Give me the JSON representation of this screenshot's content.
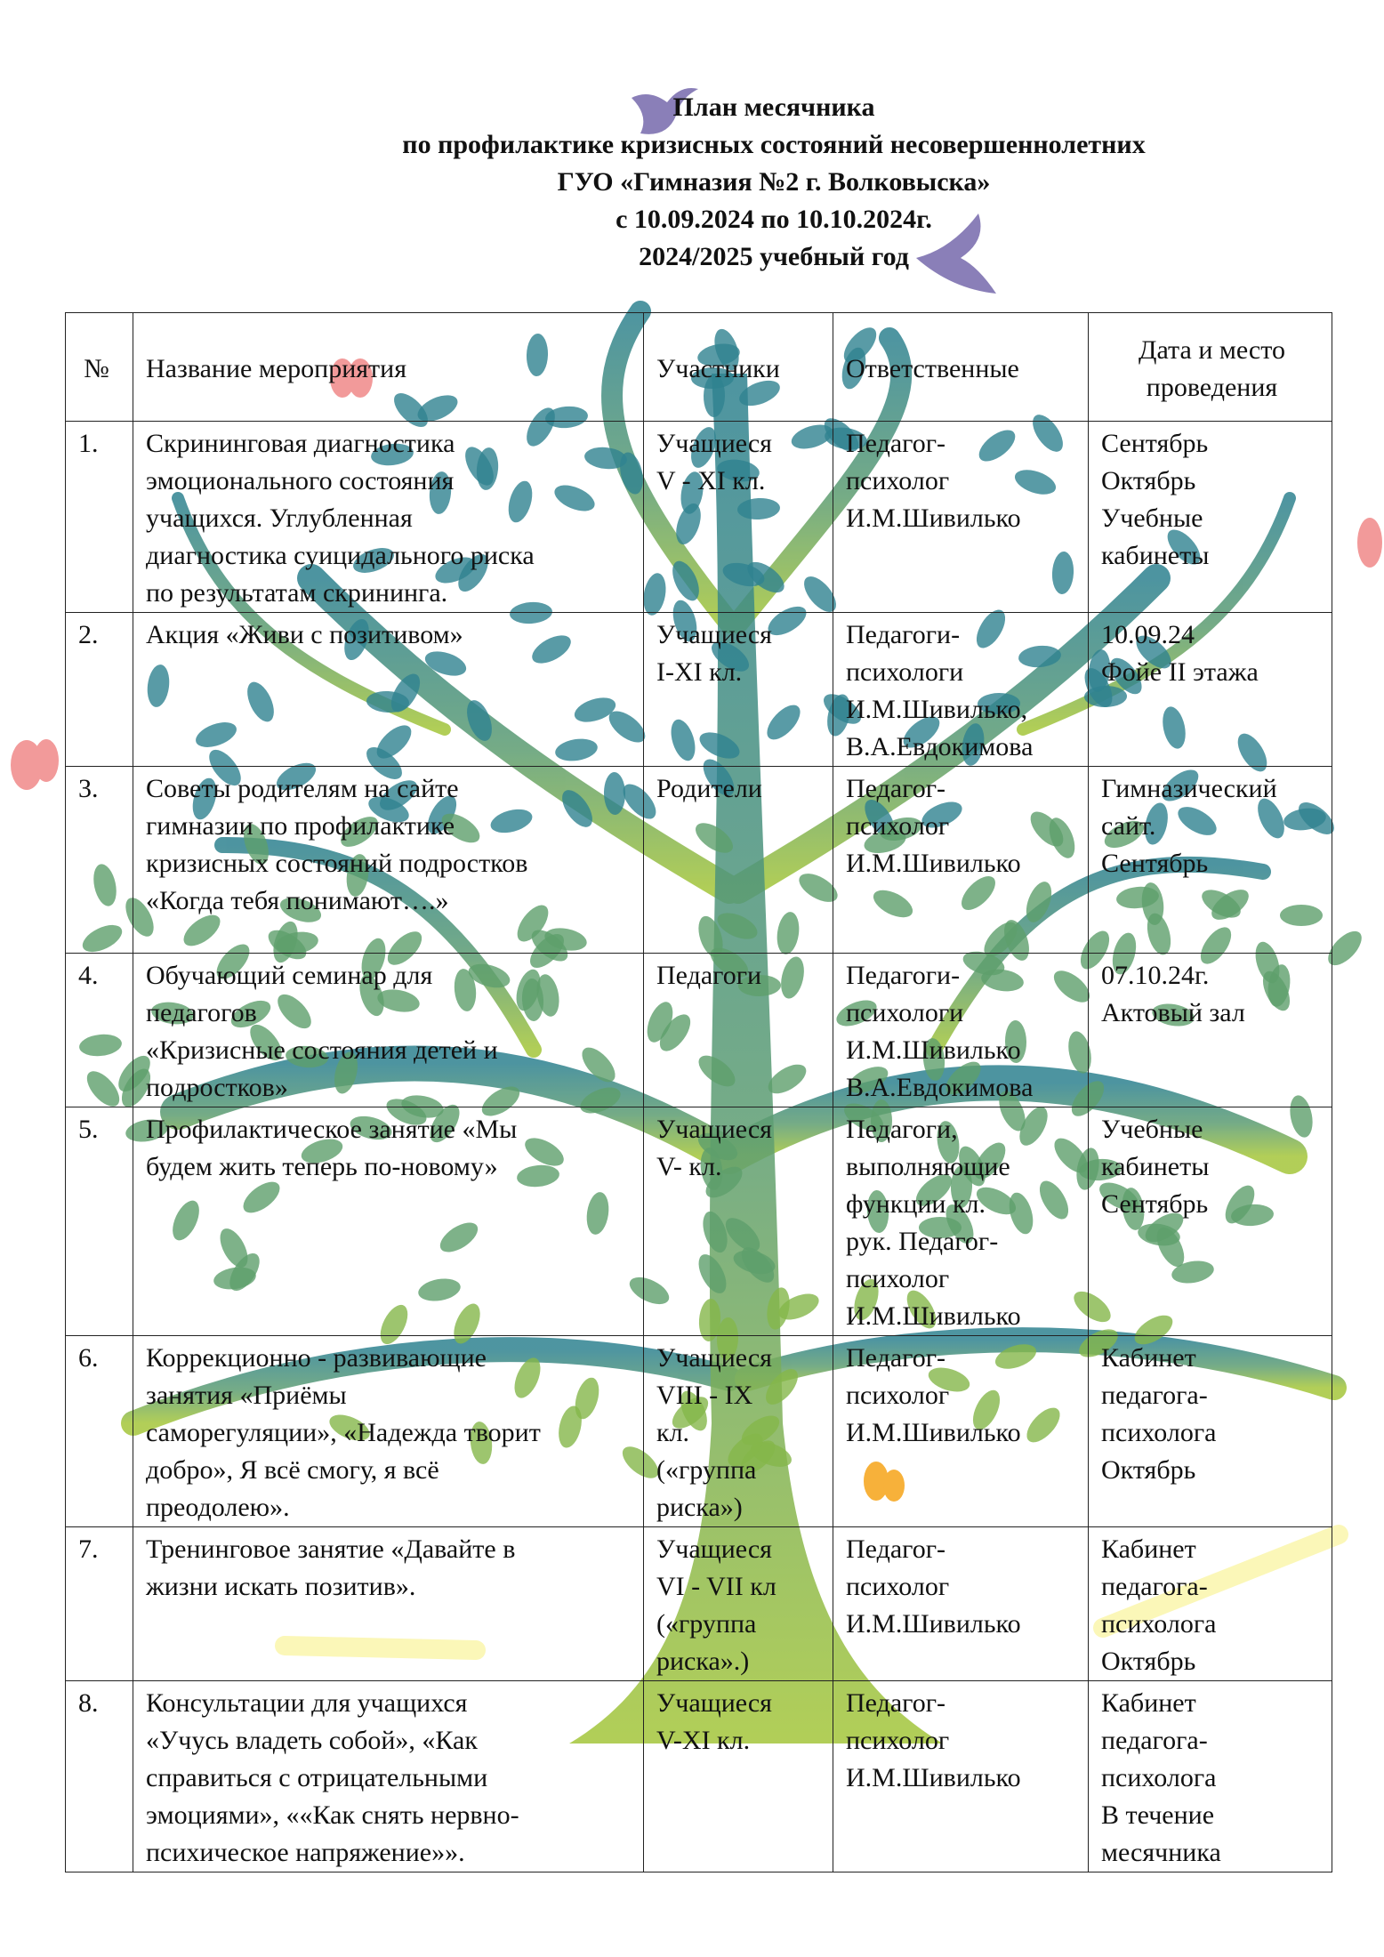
{
  "title": {
    "lines": [
      "План месячника",
      "по профилактике кризисных состояний несовершеннолетних",
      "ГУО «Гимназия №2 г. Волковыска»",
      "с 10.09.2024 по 10.10.2024г.",
      "2024/2025 учебный год"
    ]
  },
  "table": {
    "headers": [
      "№",
      "Название мероприятия",
      "Участники",
      "Ответственные",
      "Дата и место\nпроведения"
    ],
    "rows": [
      [
        "1.",
        "Скрининговая диагностика\nэмоционального состояния\nучащихся. Углубленная\nдиагностика суицидального риска\nпо результатам скрининга.",
        "Учащиеся\nV - XI кл.",
        " Педагог-\nпсихолог\nИ.М.Шивилько",
        " Сентябрь\nОктябрь\nУчебные\nкабинеты"
      ],
      [
        "2.",
        "Акция «Живи с позитивом»",
        "Учащиеся\nI-XI кл.",
        "Педагоги-\nпсихологи\nИ.М.Шивилько,\nВ.А.Евдокимова",
        "10.09.24\nФойе II этажа"
      ],
      [
        "3.",
        "Советы родителям  на сайте\nгимназии    по профилактике\nкризисных состояний подростков\n«Когда тебя понимают….»",
        "Родители",
        " Педагог-\nпсихолог\nИ.М.Шивилько",
        "Гимназический\nсайт.\nСентябрь"
      ],
      [
        "4.",
        " Обучающий семинар для\nпедагогов\n «Кризисные состояния детей и\nподростков»",
        "Педагоги",
        "Педагоги-\nпсихологи\nИ.М.Шивилько\nВ.А.Евдокимова",
        "07.10.24г.\nАктовый зал"
      ],
      [
        "5.",
        "Профилактическое занятие «Мы\nбудем жить теперь по-новому»",
        "Учащиеся\nV- кл.",
        "Педагоги,\nвыполняющие\nфункции кл.\nрук. Педагог-\nпсихолог\nИ.М.Шивилько",
        "Учебные\nкабинеты\nСентябрь"
      ],
      [
        "6.",
        "Коррекционно - развивающие\nзанятия  «Приёмы\nсаморегуляции», «Надежда творит\nдобро», Я всё смогу, я всё\nпреодолею».",
        "Учащиеся\nVIII - IX\nкл.\n(«группа\nриска»)",
        "Педагог-\nпсихолог\nИ.М.Шивилько",
        "Кабинет\nпедагога-\nпсихолога\nОктябрь"
      ],
      [
        "7.",
        "Тренинговое занятие «Давайте в\nжизни искать позитив».",
        " Учащиеся\nVI - VII кл\n(«группа\nриска».)",
        "Педагог-\nпсихолог\nИ.М.Шивилько",
        "Кабинет\nпедагога-\n психолога\nОктябрь"
      ],
      [
        "8.",
        "Консультации для  учащихся\n«Учусь владеть собой», «Как\nсправиться с отрицательными\nэмоциями»,  ««Как снять нервно-\nпсихическое напряжение»».",
        "Учащиеся\nV-XI кл.",
        "Педагог-\nпсихолог\nИ.М.Шивилько",
        "Кабинет\nпедагога-\nпсихолога\nВ течение\nмесячника"
      ]
    ]
  },
  "colors": {
    "teal": "#2f8290",
    "green": "#6aa35a",
    "lime": "#9cc23c",
    "bird": "#8a7fb8",
    "butterfly_pink": "#f29a9a",
    "butterfly_orange": "#f7b13a"
  }
}
